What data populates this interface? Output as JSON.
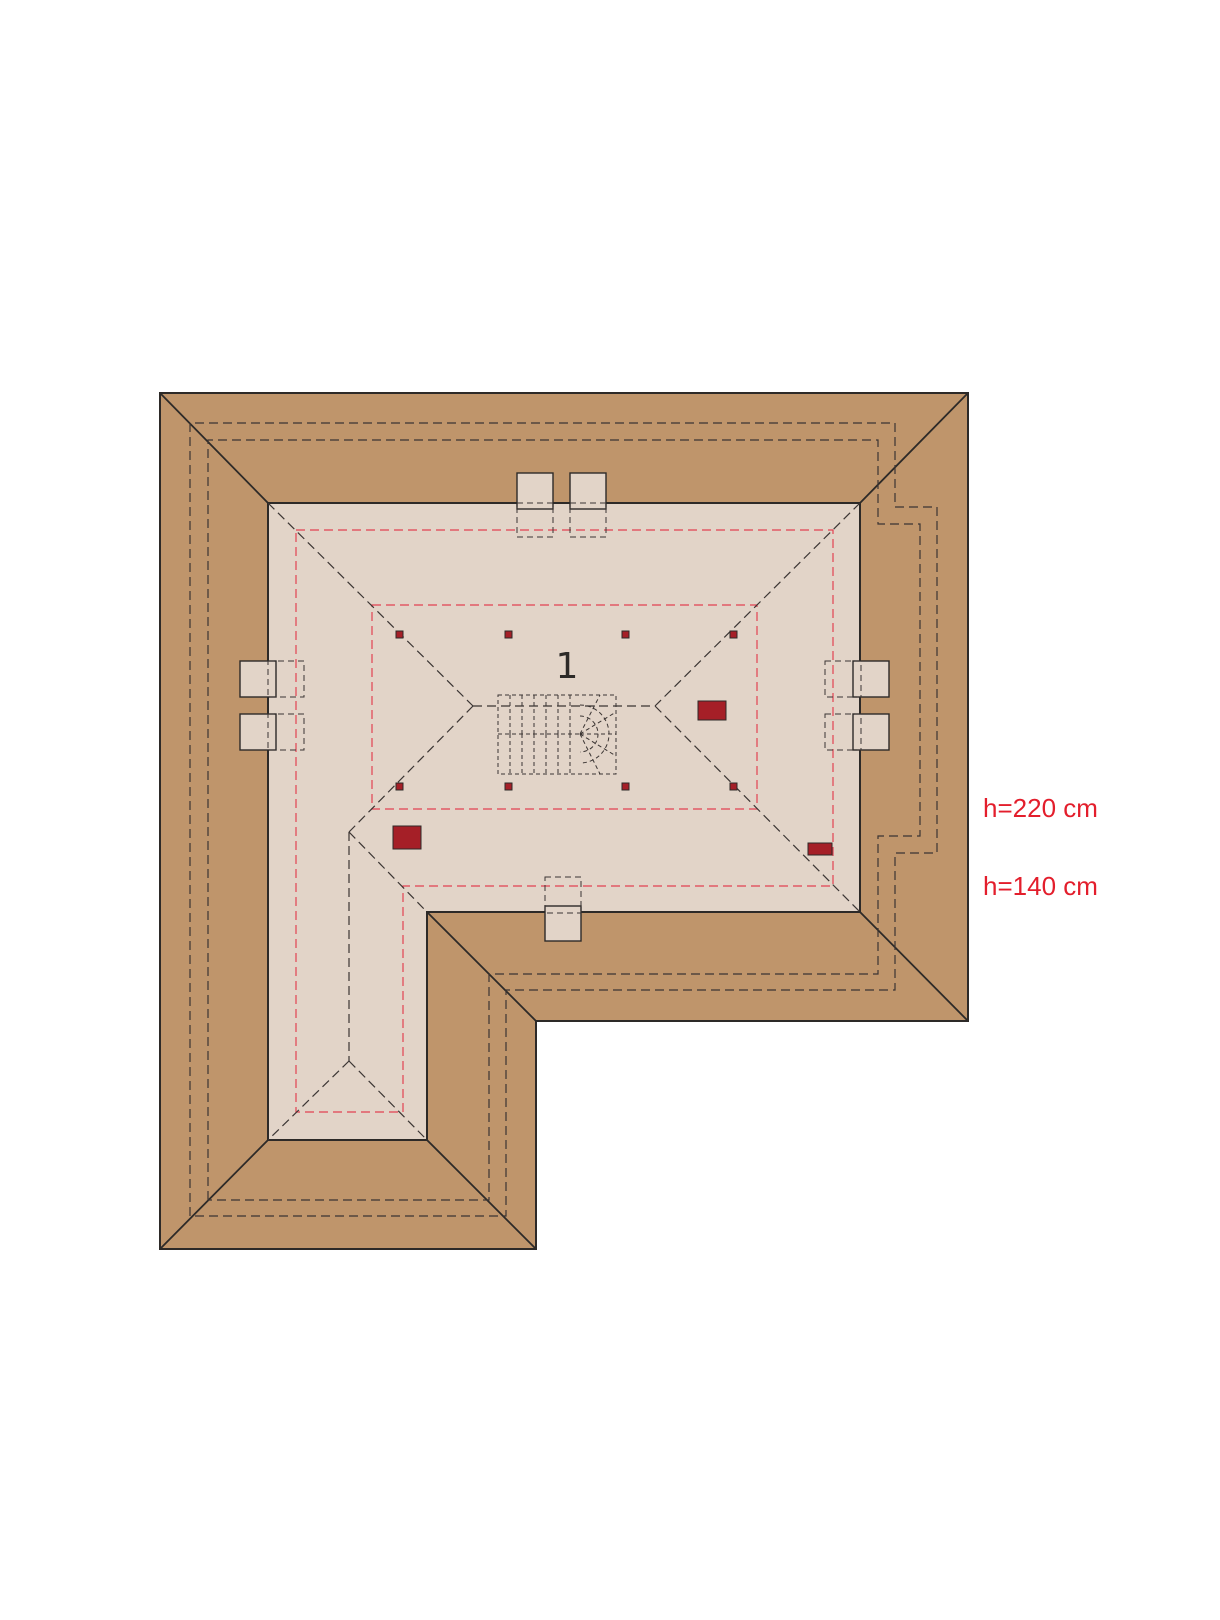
{
  "plan": {
    "room_number": "1",
    "height_labels": {
      "upper": "h=220 cm",
      "lower": "h=140 cm"
    },
    "colors": {
      "roof_edge": "#bf956b",
      "floor_area": "#e2d4c8",
      "outline": "#2d2a28",
      "limit_line_red": "#e34252",
      "chimney": "#a51f27",
      "label_text": "#e31e2c"
    },
    "icons": [
      "chimney-icon",
      "staircase-icon",
      "roof-window-icon"
    ]
  }
}
